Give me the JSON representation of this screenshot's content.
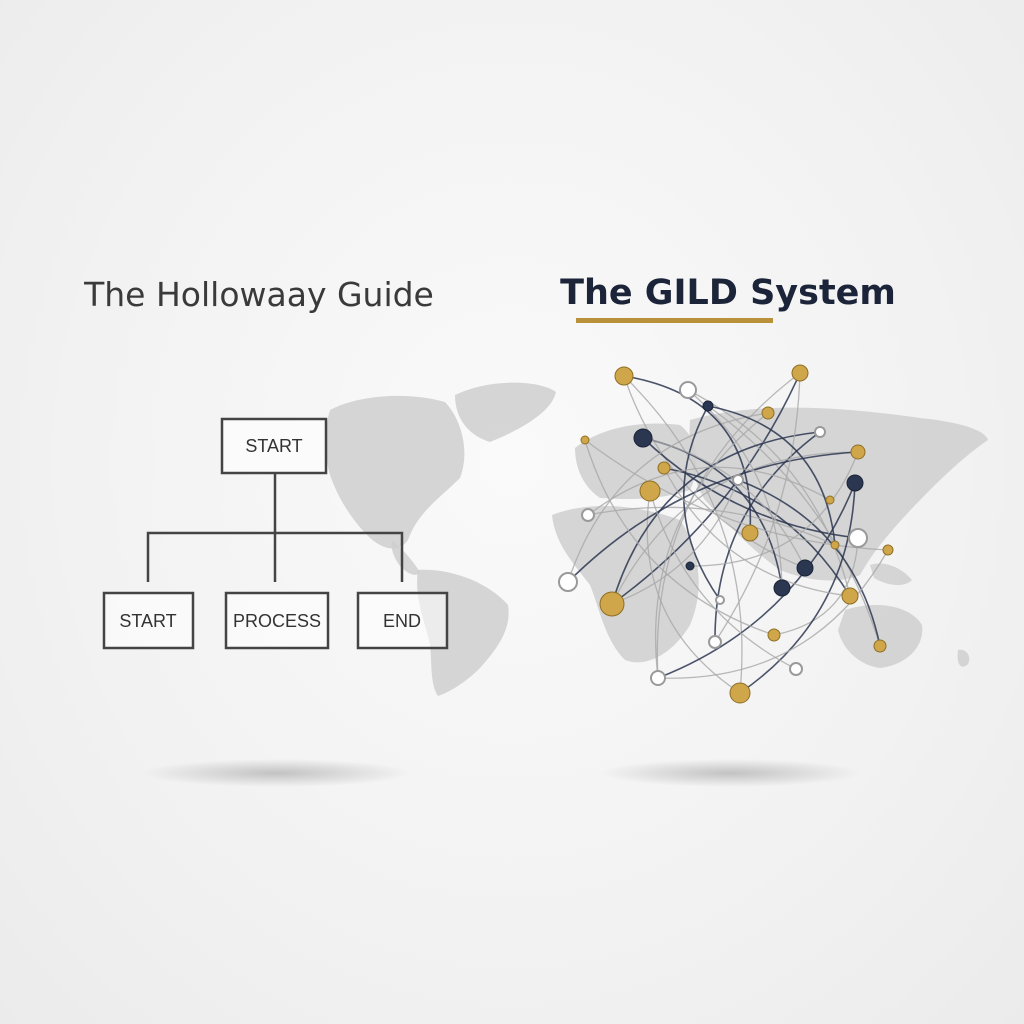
{
  "left_panel": {
    "title": "The Hollowaay Guide",
    "flowchart": {
      "top_node": "START",
      "child_nodes": [
        "START",
        "PROCESS",
        "END"
      ]
    }
  },
  "right_panel": {
    "title": "The GILD System",
    "underline_color": "#b8913a",
    "network_colors": {
      "gold": "#cfa64a",
      "navy": "#2b3650",
      "gray": "#9a9a9a"
    }
  },
  "colors": {
    "background": "#f3f3f3",
    "map": "#cfcfcf",
    "title_dark": "#1b2438",
    "title_gray": "#3a3a3a"
  }
}
